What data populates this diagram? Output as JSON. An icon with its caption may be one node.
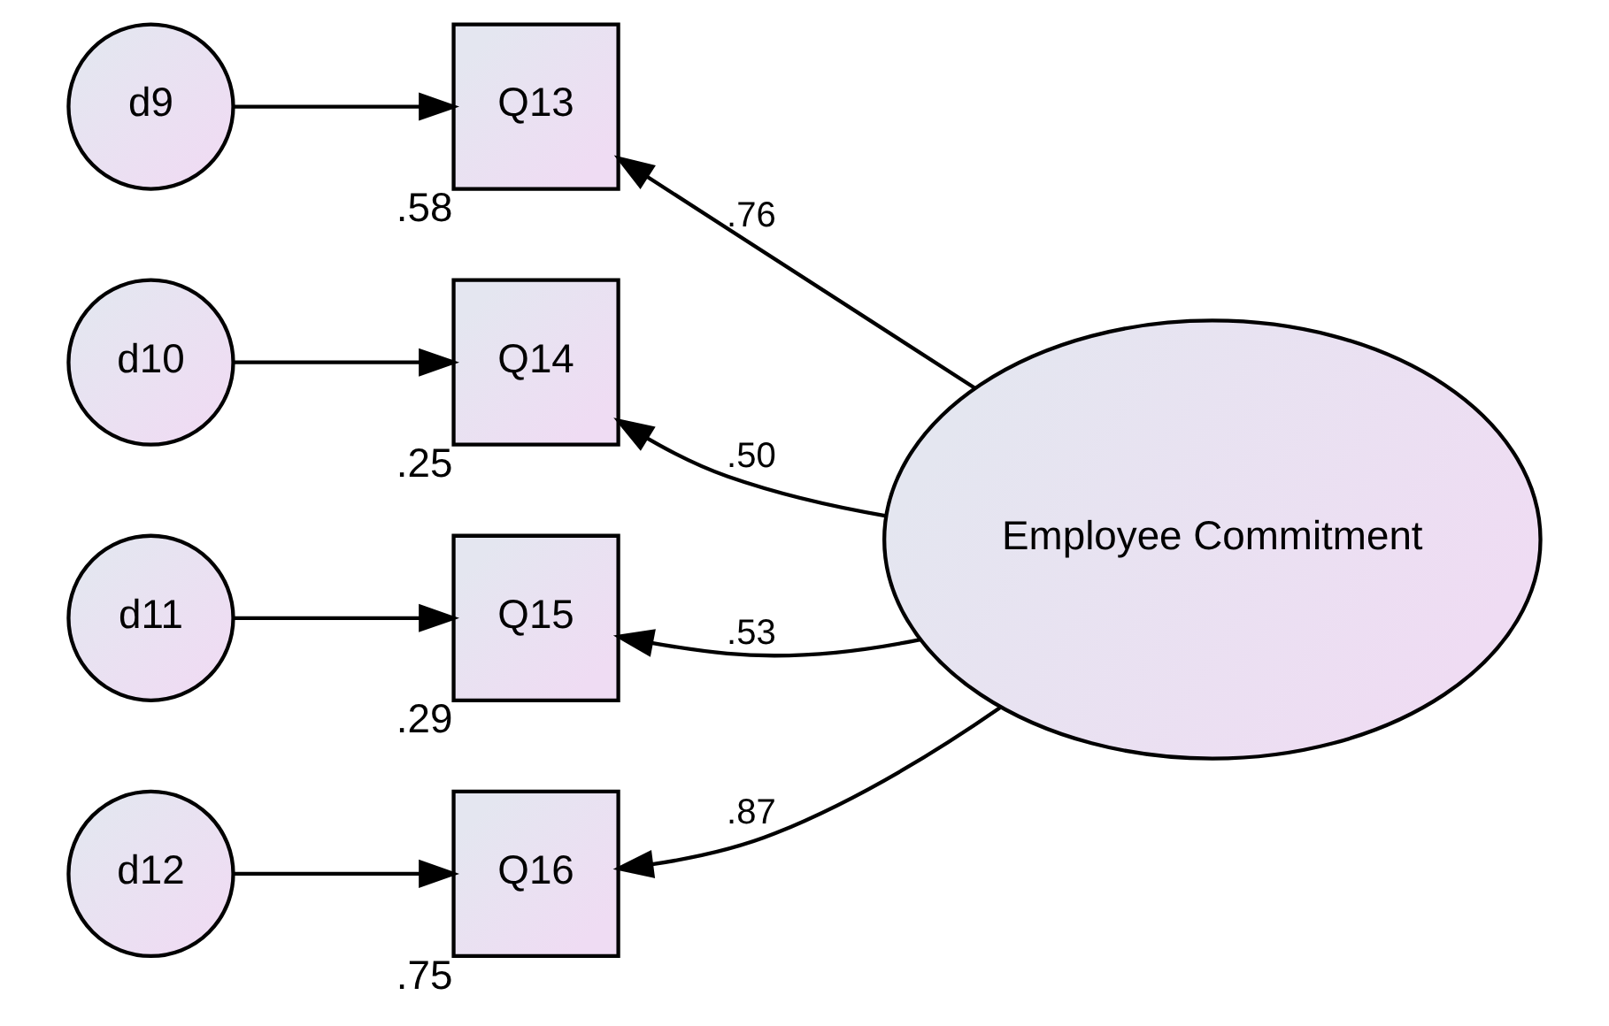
{
  "diagram": {
    "nodes": [
      {
        "text": [
          "d9"
        ]
      },
      {
        "text": [
          "Q13"
        ],
        "beside": [
          ".58"
        ]
      },
      {
        "text": [
          "d10"
        ]
      },
      {
        "text": [
          "Q14"
        ],
        "beside": [
          ".25"
        ]
      },
      {
        "text": [
          "d11"
        ]
      },
      {
        "text": [
          "Q15"
        ],
        "beside": [
          ".29"
        ]
      },
      {
        "text": [
          "d12"
        ]
      },
      {
        "text": [
          "Q16"
        ],
        "beside": [
          ".75"
        ]
      },
      {
        "text": [
          "Employee Commitment"
        ]
      }
    ],
    "edges": [
      {
        "from": 0,
        "to": 1,
        "arrow": "to"
      },
      {
        "from": 2,
        "to": 3,
        "arrow": "to"
      },
      {
        "from": 4,
        "to": 5,
        "arrow": "to"
      },
      {
        "from": 6,
        "to": 7,
        "arrow": "to"
      },
      {
        "from": 8,
        "to": 1,
        "arrow": "to",
        "label": ".76"
      },
      {
        "from": 8,
        "to": 3,
        "arrow": "to",
        "label": ".50"
      },
      {
        "from": 8,
        "to": 5,
        "arrow": "to",
        "label": ".53"
      },
      {
        "from": 8,
        "to": 7,
        "arrow": "to",
        "label": ".87"
      }
    ]
  }
}
